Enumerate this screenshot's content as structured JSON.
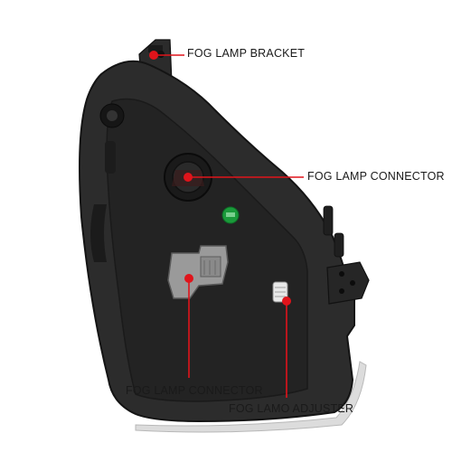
{
  "callouts": {
    "bracket": "FOG LAMP BRACKET",
    "connector_top": "FOG LAMP CONNECTOR",
    "connector_bottom": "FOG LAMP CONNECTOR",
    "adjuster": "FOG LAMO ADJUSTER"
  },
  "colors": {
    "background": "#ffffff",
    "housing": "#2a2a2a",
    "housing_edge": "#151515",
    "callout": "#e0141b",
    "connector_gray": "#9a9a9a",
    "sticker_green": "#1a9a3a"
  },
  "icons": [
    "red-marker-dot",
    "green-sticker"
  ]
}
